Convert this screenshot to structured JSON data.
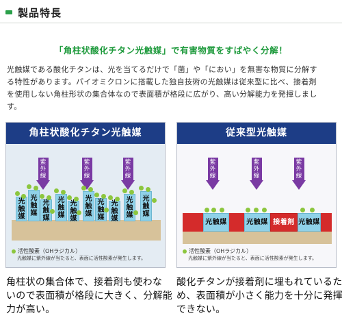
{
  "header": {
    "title": "製品特長"
  },
  "headline": "「角柱状酸化チタン光触媒」で有害物質をすばやく分解！",
  "intro_lines": [
    "光触媒である酸化チタンは、光を当てるだけで「菌」や「におい」を無害な物質に分解す",
    "る特性があります。パイオミクロンに搭載した独自技術の光触媒は従来型に比べ、接着剤",
    "を使用しない角柱形状の集合体なので表面積が格段に広がり、高い分解能力を発揮しまし",
    "す。"
  ],
  "uv_label": [
    "紫",
    "外",
    "線"
  ],
  "catalyst_label": [
    "光",
    "触",
    "媒"
  ],
  "left_panel": {
    "title": "角柱状酸化チタン光触媒",
    "legend_main": "活性酸素（OHラジカル）",
    "legend_sub": "光触媒に紫外線が当たると、表面に活性酸素が発生します。",
    "caption": [
      "角柱状の集合体で、接着剤も使わな",
      "いので表面積が格段に大きく、分解能",
      "力が高い。"
    ]
  },
  "right_panel": {
    "title": "従来型光触媒",
    "flat_label": "光触媒",
    "binder_label": "接着剤",
    "legend_main": "活性酸素（OHラジカル）",
    "legend_sub": "光触媒に紫外線が当たると、表面に活性酸素が発生します。",
    "caption": [
      "酸化チタンが接着剤に埋もれているた",
      "め、表面積が小さく能力を十分に発揮",
      "できない。"
    ]
  },
  "colors": {
    "accent_green": "#1e9a3c",
    "panel_header_navy": "#1d3d86",
    "uv_purple": "#7a3aa3",
    "catalyst_blue": "#8fd1e8",
    "binder_red": "#d42b2b",
    "oxygen_green": "#8cc63e",
    "ground_tan": "#d7c29a"
  }
}
